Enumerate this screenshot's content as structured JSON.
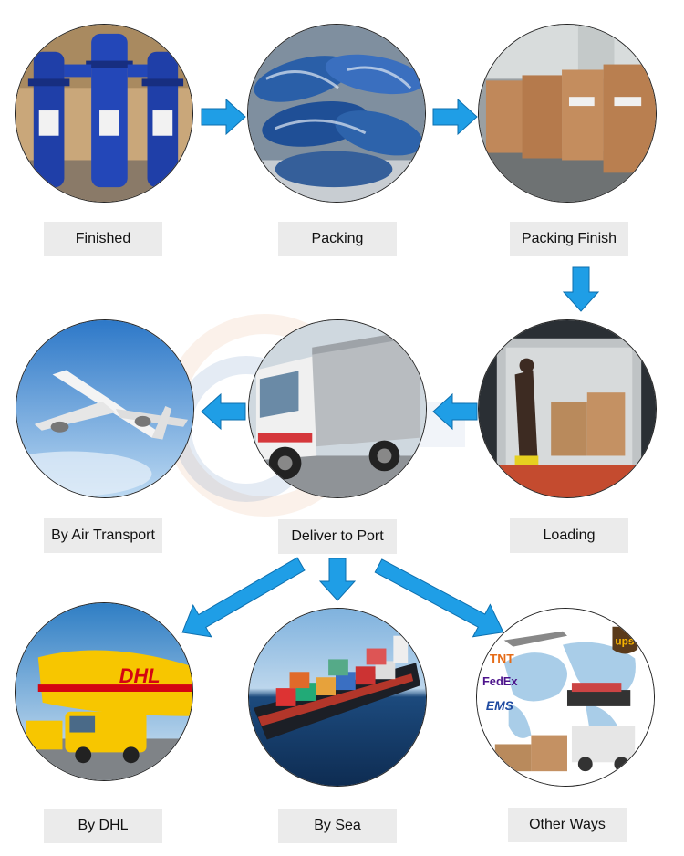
{
  "steps": [
    {
      "label": "Finished",
      "icon": "blue-filter-housings-photo"
    },
    {
      "label": "Packing",
      "icon": "plastic-wrapped-parts-photo"
    },
    {
      "label": "Packing Finish",
      "icon": "wooden-crates-warehouse-photo"
    },
    {
      "label": "Loading",
      "icon": "container-loading-photo"
    },
    {
      "label": "Deliver to Port",
      "icon": "delivery-truck-photo"
    },
    {
      "label": "By Air Transport",
      "icon": "airplane-photo"
    },
    {
      "label": "By DHL",
      "icon": "dhl-plane-van-photo"
    },
    {
      "label": "By Sea",
      "icon": "container-ship-photo"
    },
    {
      "label": "Other Ways",
      "icon": "courier-world-map-photo"
    }
  ],
  "logos": {
    "dhl": "DHL",
    "ups": "ups",
    "tnt": "TNT",
    "fedex": "FedEx",
    "ems": "EMS"
  },
  "colors": {
    "arrow": "#1f9ee6",
    "label_bg": "#ebebeb",
    "filter_blue": "#1f3fa8",
    "dhl_yellow": "#f7c600",
    "dhl_red": "#d40511"
  }
}
